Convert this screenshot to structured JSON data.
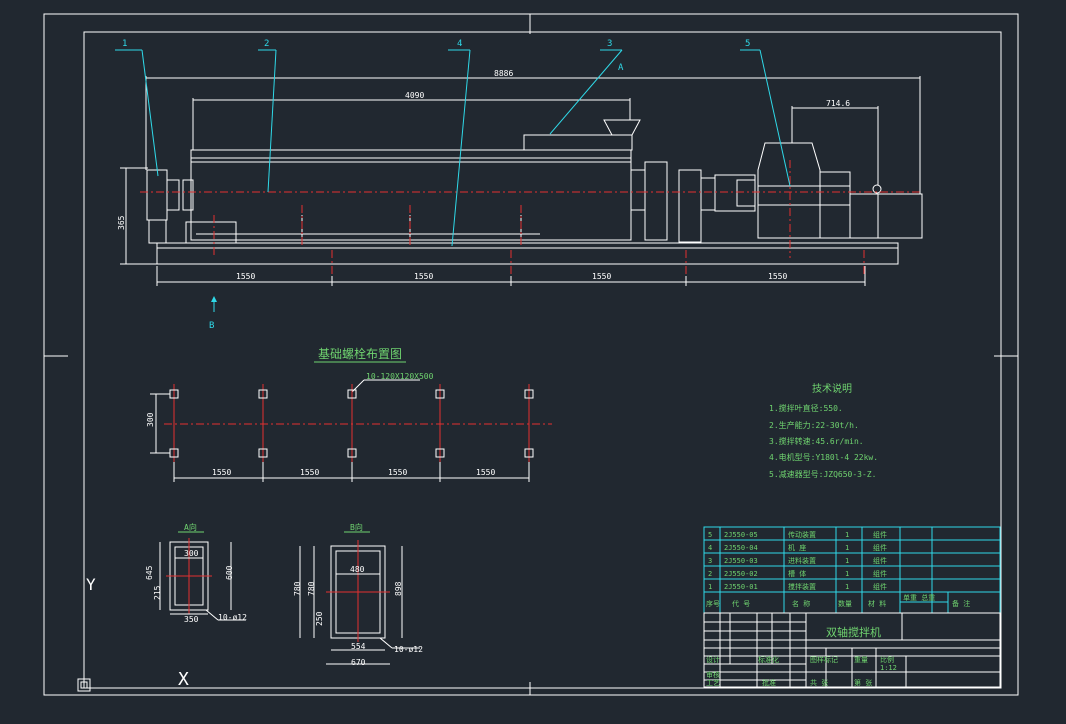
{
  "leaders": {
    "n1": "1",
    "n2": "2",
    "n4": "4",
    "n3": "3",
    "n5": "5",
    "sectionA": "A",
    "arrowB": "B"
  },
  "dims": {
    "overall": "8886",
    "trough": "4090",
    "motor": "714.6",
    "height": "365",
    "bays": [
      "1550",
      "1550",
      "1550",
      "1550"
    ]
  },
  "foundation": {
    "title": "基础螺栓布置图",
    "bolt_spec": "10-120X120X500",
    "height_dim": "300",
    "bays": [
      "1550",
      "1550",
      "1550",
      "1550"
    ]
  },
  "tech_notes": {
    "title": "技术说明",
    "items": [
      "1.搅拌叶直径:550.",
      "2.生产能力:22-30t/h.",
      "3.搅拌转速:45.6r/min.",
      "4.电机型号:Y180l-4 22kw.",
      "5.减速器型号:JZQ650-3-Z."
    ]
  },
  "viewA": {
    "title": "A向",
    "w_in": "300",
    "w_out": "350",
    "h_in": "600",
    "h_out": "645",
    "side": "215",
    "holes": "10-ø12"
  },
  "viewB": {
    "title": "B向",
    "w_in": "480",
    "w_mid": "554",
    "w_out": "670",
    "h_in": "780",
    "h_out": "898",
    "h_total": "780",
    "side": "250",
    "holes": "10-ø12"
  },
  "bom": {
    "rows": [
      {
        "no": "5",
        "code": "2J550-05",
        "name": "传动装置",
        "qty": "1",
        "mat": "组件"
      },
      {
        "no": "4",
        "code": "2J550-04",
        "name": "机  座",
        "qty": "1",
        "mat": "组件"
      },
      {
        "no": "3",
        "code": "2J550-03",
        "name": "进料装置",
        "qty": "1",
        "mat": "组件"
      },
      {
        "no": "2",
        "code": "2J550-02",
        "name": "槽  体",
        "qty": "1",
        "mat": "组件"
      },
      {
        "no": "1",
        "code": "2J550-01",
        "name": "搅拌装置",
        "qty": "1",
        "mat": "组件"
      }
    ],
    "headers": {
      "no": "序号",
      "code": "代  号",
      "name": "名  称",
      "qty": "数量",
      "mat": "材  料",
      "weight": "单重  总重",
      "remark": "备  注"
    }
  },
  "title_block": {
    "drawing_name": "双轴搅拌机",
    "labels": {
      "design": "设计",
      "std": "标准化",
      "stage": "图样标记",
      "weight": "重量",
      "scale_label": "比例",
      "review": "审核",
      "process": "工艺",
      "approve": "批准",
      "sheet": "共  张",
      "sheet2": "第  张"
    },
    "scale": "1:12"
  },
  "ucs": {
    "y": "Y",
    "x": "X"
  }
}
